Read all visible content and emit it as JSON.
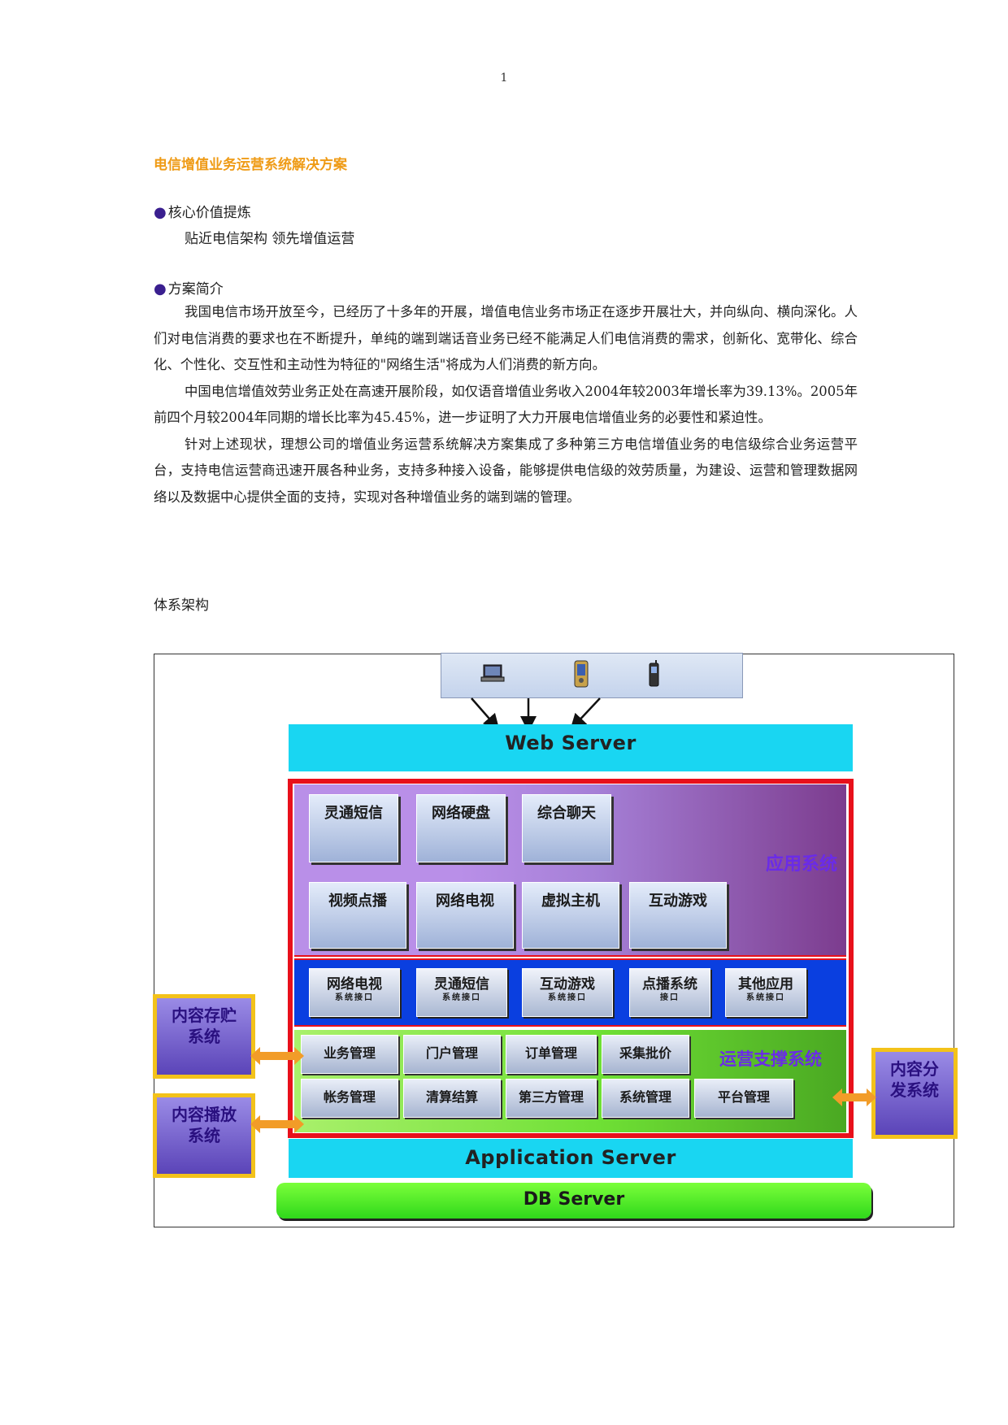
{
  "page_number": "1",
  "doc_title": "电信增值业务运营系统解决方案",
  "sections": {
    "core_value": {
      "bullet": "●",
      "heading": "核心价值提炼",
      "line": "贴近电信架构 领先增值运营"
    },
    "intro": {
      "bullet": "●",
      "heading": "方案简介",
      "paragraphs": [
        "我国电信市场开放至今，已经历了十多年的开展，增值电信业务市场正在逐步开展壮大，并向纵向、横向深化。人们对电信消费的要求也在不断提升，单纯的端到端话音业务已经不能满足人们电信消费的需求，创新化、宽带化、综合化、个性化、交互性和主动性为特征的\"网络生活\"将成为人们消费的新方向。",
        "中国电信增值效劳业务正处在高速开展阶段，如仅语音增值业务收入2004年较2003年增长率为39.13%。2005年前四个月较2004年同期的增长比率为45.45%，进一步证明了大力开展电信增值业务的必要性和紧迫性。",
        "针对上述现状，理想公司的增值业务运营系统解决方案集成了多种第三方电信增值业务的电信级综合业务运营平台，支持电信运营商迅速开展各种业务，支持多种接入设备，能够提供电信级的效劳质量，为建设、运营和管理数据网络以及数据中心提供全面的支持，实现对各种增值业务的端到端的管理。"
      ]
    },
    "architecture_label": "体系架构"
  },
  "diagram": {
    "devices": [
      "laptop-icon",
      "pda-icon",
      "phone-icon"
    ],
    "web_server": "Web Server",
    "app_system_title": "应用系统",
    "app_modules_row1": [
      "灵通短信",
      "网络硬盘",
      "综合聊天"
    ],
    "app_modules_row2": [
      "视频点播",
      "网络电视",
      "虚拟主机",
      "互动游戏"
    ],
    "interfaces": [
      {
        "label": "网络电视",
        "sub": "系统接口"
      },
      {
        "label": "灵通短信",
        "sub": "系统接口"
      },
      {
        "label": "互动游戏",
        "sub": "系统接口"
      },
      {
        "label": "点播系统",
        "sub": "接口"
      },
      {
        "label": "其他应用",
        "sub": "系统接口"
      }
    ],
    "support_title": "运营支撑系统",
    "support_row1": [
      "业务管理",
      "门户管理",
      "订单管理",
      "采集批价"
    ],
    "support_row2": [
      "帐务管理",
      "清算结算",
      "第三方管理",
      "系统管理",
      "平台管理"
    ],
    "side_left_1": [
      "内容存贮",
      "系统"
    ],
    "side_left_2": [
      "内容播放",
      "系统"
    ],
    "side_right": [
      "内容分",
      "发系统"
    ],
    "app_server": "Application Server",
    "db_server": "DB Server",
    "colors": {
      "cyan": "#19d6f2",
      "red_frame": "#e8101b",
      "interface_band": "#0a3fe0",
      "support_green": "#6fe035",
      "side_border": "#f3c21a",
      "arrow": "#f29c28",
      "title_orange": "#ef9b16"
    }
  }
}
